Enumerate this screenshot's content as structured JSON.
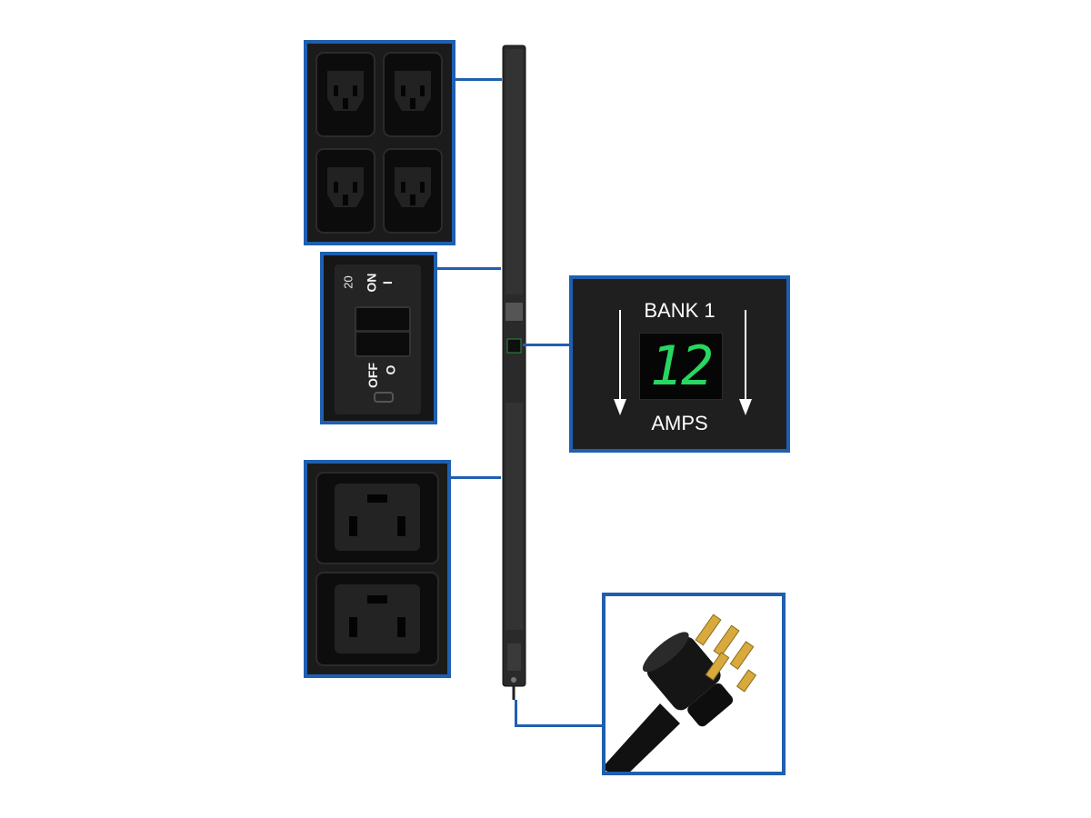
{
  "callouts": {
    "c13_outlets": {
      "name": "C13 outlets"
    },
    "breaker": {
      "label_rating": "20",
      "label_on": "ON",
      "label_on_symbol": "I",
      "label_off": "OFF",
      "label_off_symbol": "O"
    },
    "meter": {
      "bank_label": "BANK 1",
      "reading": "12",
      "unit_label": "AMPS",
      "digit_color": "#27d760"
    },
    "c19_outlets": {
      "name": "C19 outlets"
    },
    "plug": {
      "name": "locking plug"
    }
  },
  "colors": {
    "accent": "#1f5fb0",
    "panel": "#161616"
  }
}
